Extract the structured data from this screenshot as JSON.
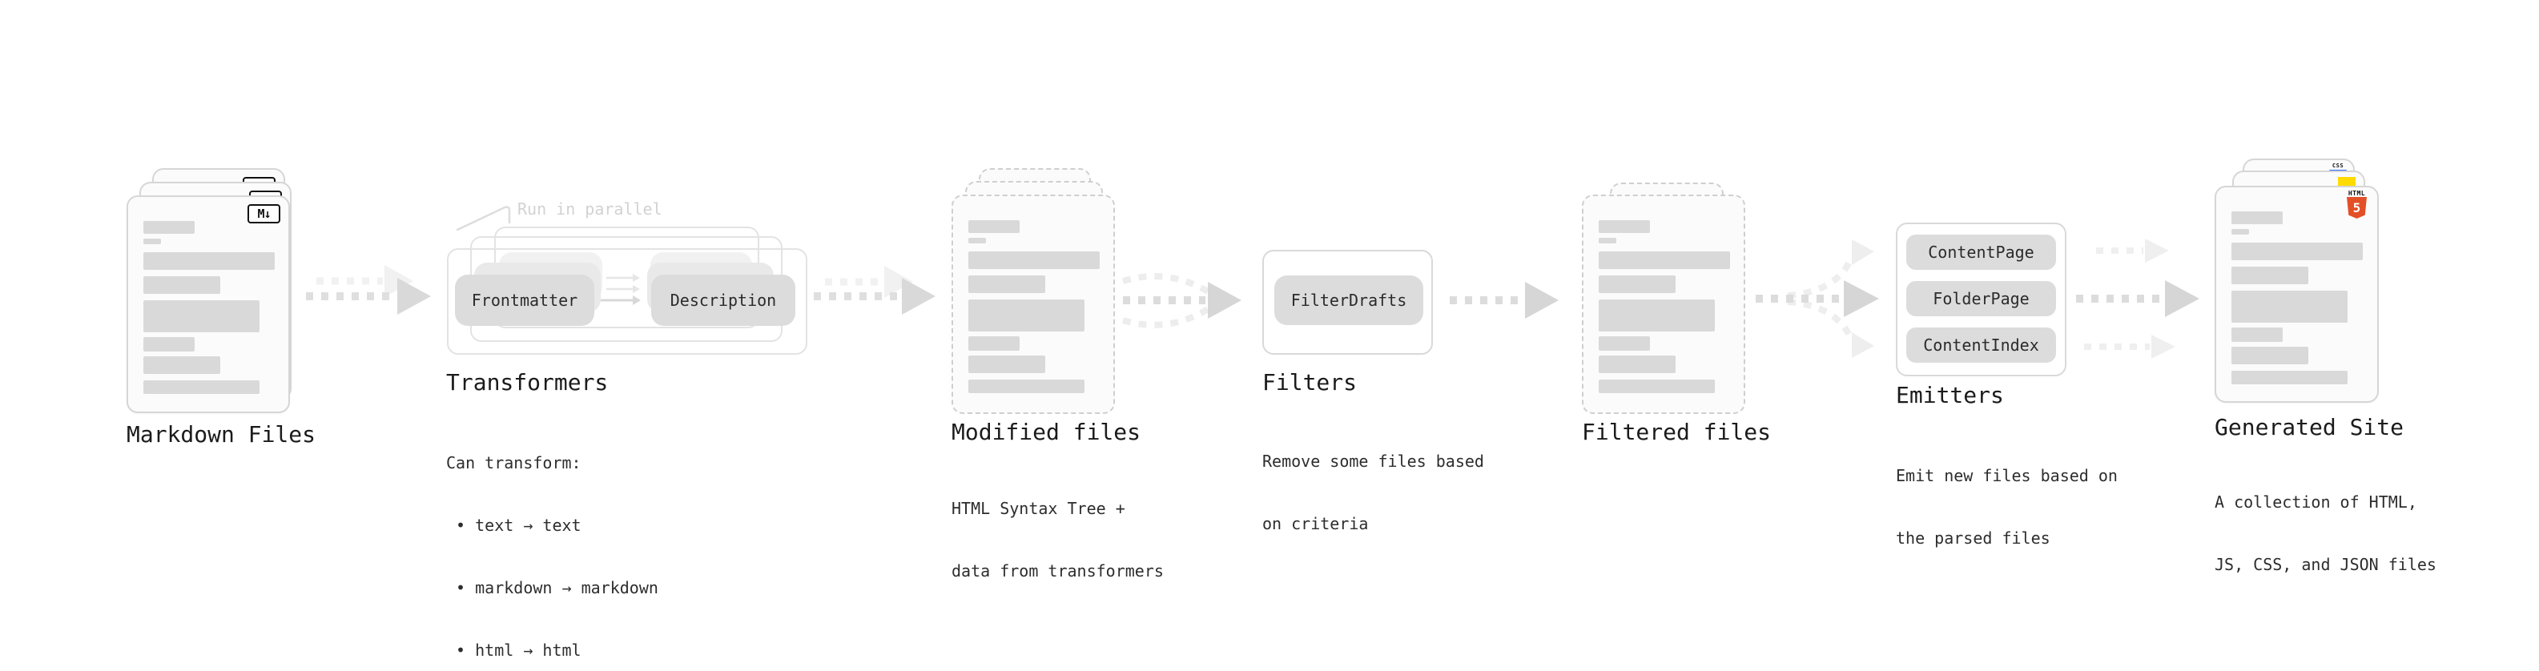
{
  "stages": {
    "markdown": {
      "title": "Markdown Files",
      "icon_label": "M↓"
    },
    "transformers": {
      "title": "Transformers",
      "annotation": "Run in parallel",
      "buttons": {
        "a": "Frontmatter",
        "b": "Description"
      },
      "caption": [
        "Can transform:",
        " • text → text",
        " • markdown → markdown",
        " • html → html"
      ]
    },
    "modified": {
      "title": "Modified files",
      "caption": [
        "HTML Syntax Tree +",
        "data from transformers"
      ]
    },
    "filters": {
      "title": "Filters",
      "button": "FilterDrafts",
      "caption": [
        "Remove some files based",
        "on criteria"
      ]
    },
    "filtered": {
      "title": "Filtered files"
    },
    "emitters": {
      "title": "Emitters",
      "buttons": [
        "ContentPage",
        "FolderPage",
        "ContentIndex"
      ],
      "caption": [
        "Emit new files based on",
        "the parsed files"
      ]
    },
    "generated": {
      "title": "Generated Site",
      "caption": [
        "A collection of HTML,",
        "JS, CSS, and JSON files"
      ],
      "badges": {
        "css": "CSS",
        "html_top": "HTML",
        "html_num": "5"
      }
    }
  },
  "colors": {
    "arrow_main": "#d9d9d9",
    "arrow_ghost": "#f0f0f0",
    "bar": "#d9d9d9",
    "html5_orange": "#e34f26",
    "js_yellow": "#ffdb00",
    "css_blue": "#2f6bff"
  }
}
